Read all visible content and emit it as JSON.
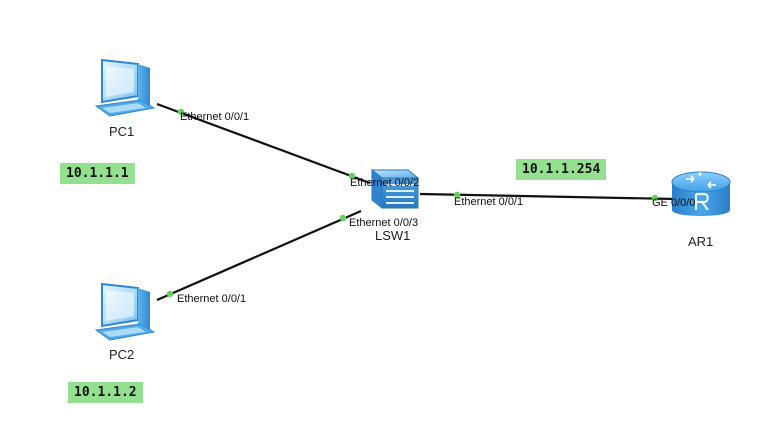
{
  "devices": {
    "pc1": {
      "label": "PC1",
      "ip": "10.1.1.1",
      "port": "Ethernet 0/0/1"
    },
    "pc2": {
      "label": "PC2",
      "ip": "10.1.1.2",
      "port": "Ethernet 0/0/1"
    },
    "lsw1": {
      "label": "LSW1",
      "ports": {
        "p1": "Ethernet 0/0/1",
        "p2": "Ethernet 0/0/2",
        "p3": "Ethernet 0/0/3"
      }
    },
    "ar1": {
      "label": "AR1",
      "ip": "10.1.1.254",
      "port": "GE 0/0/0"
    }
  },
  "colors": {
    "link": "#111111",
    "port_dot": "#5fd35a",
    "ip_badge": "#93e08f",
    "pc_blue": "#4fa8e8",
    "router_blue": "#2f8fd8",
    "switch_blue": "#3d8fd6"
  },
  "icons": {
    "pc": "pc-icon",
    "switch": "switch-icon",
    "router": "router-icon"
  }
}
